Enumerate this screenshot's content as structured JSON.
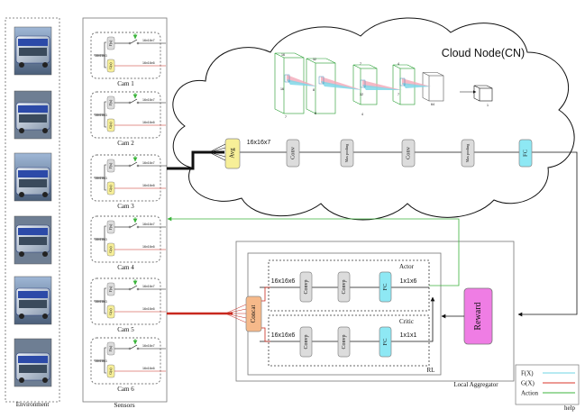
{
  "environment": {
    "label": "Environment",
    "photos": [
      "bus-photo-1",
      "bus-photo-2",
      "bus-photo-3",
      "bus-photo-4",
      "bus-photo-5",
      "bus-photo-6"
    ]
  },
  "sensors": {
    "label": "Sensors",
    "cams": [
      {
        "label": "Cam 1",
        "f_label": "F(x)",
        "g_label": "G(x)",
        "input": "16x16x3",
        "out_top": "16x16x7",
        "out_bottom": "16x16x6"
      },
      {
        "label": "Cam 2",
        "f_label": "F(x)",
        "g_label": "G(x)",
        "input": "16x16x3",
        "out_top": "16x16x7",
        "out_bottom": "16x16x6"
      },
      {
        "label": "Cam 3",
        "f_label": "F(x)",
        "g_label": "G(x)",
        "input": "16x16x3",
        "out_top": "16x16x7",
        "out_bottom": "16x16x6"
      },
      {
        "label": "Cam 4",
        "f_label": "F(x)",
        "g_label": "G(x)",
        "input": "16x16x3",
        "out_top": "16x16x7",
        "out_bottom": "16x16x6"
      },
      {
        "label": "Cam 5",
        "f_label": "F(x)",
        "g_label": "G(x)",
        "input": "16x16x3",
        "out_top": "16x16x7",
        "out_bottom": "16x16x6"
      },
      {
        "label": "Cam 6",
        "f_label": "F(x)",
        "g_label": "G(x)",
        "input": "16x16x3",
        "out_top": "16x16x7",
        "out_bottom": "16x16x6"
      }
    ]
  },
  "cloud": {
    "title": "Cloud Node(CN)",
    "avg": "Avg",
    "avg_out": "16x16x7",
    "conv1": "Conv",
    "pool1": "Max pooling",
    "conv2": "Conv",
    "pool2": "Max pooling",
    "fc": "FC",
    "cube_labels": [
      "16",
      "16",
      "7",
      "32",
      "8",
      "8",
      "7",
      "32",
      "4",
      "4",
      "7",
      "64",
      "1"
    ]
  },
  "local": {
    "label": "Local Aggregator",
    "rl_label": "RL",
    "concat": "Concat",
    "actor": {
      "label": "Actor",
      "in": "16x16x6",
      "c1": "Convp",
      "c2": "Convp",
      "fc": "FC",
      "out": "1x1x6"
    },
    "critic": {
      "label": "Critic",
      "in": "16x16x6",
      "c1": "Convp",
      "c2": "Convp",
      "fc": "FC",
      "out": "1x1x1"
    },
    "reward": "Reward"
  },
  "help": {
    "label": "help",
    "items": [
      {
        "label": "F(X)",
        "color": "#6fd4e6"
      },
      {
        "label": "G(X)",
        "color": "#d9342b"
      },
      {
        "label": "Action",
        "color": "#3cb43c"
      }
    ]
  },
  "colors": {
    "yellow": "#f7ef98",
    "cyan": "#8ee8f4",
    "gray": "#dcdcdc",
    "orange": "#f6b98a",
    "magenta": "#ef7de4",
    "red": "#c8281e",
    "green": "#3cb43c"
  }
}
